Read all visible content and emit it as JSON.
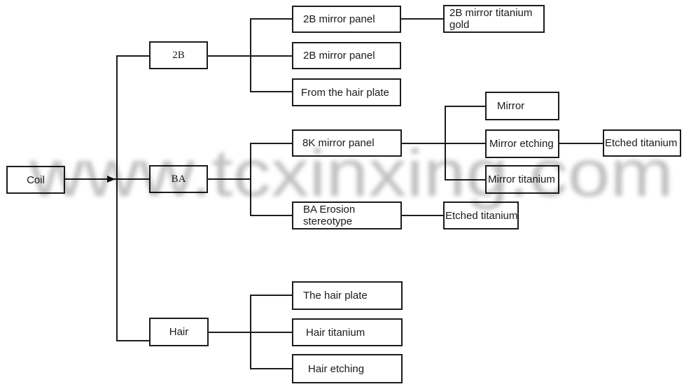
{
  "watermark": {
    "text": "www.tcxinxing.com",
    "color": "#9a9a9a"
  },
  "colors": {
    "line": "#1c1c1c",
    "box_border": "#1c1c1c",
    "background": "#ffffff"
  },
  "nodes": {
    "coil": {
      "label": "Coil"
    },
    "b2": {
      "label": "2B"
    },
    "ba": {
      "label": "BA"
    },
    "hair": {
      "label": "Hair"
    },
    "b2_panel1": {
      "label": "2B mirror panel"
    },
    "b2_panel2": {
      "label": "2B mirror panel"
    },
    "from_hair_plate": {
      "label": "From the hair plate"
    },
    "b2_titanium_gold": {
      "line1": "2B mirror titanium",
      "line2": "gold"
    },
    "k8_panel": {
      "label": "8K mirror panel"
    },
    "mirror": {
      "label": "Mirror"
    },
    "mirror_etching": {
      "label": "Mirror etching"
    },
    "mirror_titanium": {
      "label": "Mirror titanium"
    },
    "etched_titanium_1": {
      "label": "Etched titanium"
    },
    "ba_erosion": {
      "line1": "BA Erosion",
      "line2": "stereotype"
    },
    "etched_titanium_2": {
      "label": "Etched titanium"
    },
    "hair_plate": {
      "label": "The hair plate"
    },
    "hair_titanium": {
      "label": "Hair titanium"
    },
    "hair_etching": {
      "label": "Hair etching"
    }
  },
  "edges": [
    {
      "from": "coil",
      "to": "b2"
    },
    {
      "from": "coil",
      "to": "ba"
    },
    {
      "from": "coil",
      "to": "hair"
    },
    {
      "from": "b2",
      "to": "b2_panel1"
    },
    {
      "from": "b2",
      "to": "b2_panel2"
    },
    {
      "from": "b2",
      "to": "from_hair_plate"
    },
    {
      "from": "b2_panel1",
      "to": "b2_titanium_gold"
    },
    {
      "from": "ba",
      "to": "k8_panel"
    },
    {
      "from": "ba",
      "to": "ba_erosion"
    },
    {
      "from": "k8_panel",
      "to": "mirror"
    },
    {
      "from": "k8_panel",
      "to": "mirror_etching"
    },
    {
      "from": "k8_panel",
      "to": "mirror_titanium"
    },
    {
      "from": "mirror_etching",
      "to": "etched_titanium_1"
    },
    {
      "from": "ba_erosion",
      "to": "etched_titanium_2"
    },
    {
      "from": "hair",
      "to": "hair_plate"
    },
    {
      "from": "hair",
      "to": "hair_titanium"
    },
    {
      "from": "hair",
      "to": "hair_etching"
    }
  ]
}
